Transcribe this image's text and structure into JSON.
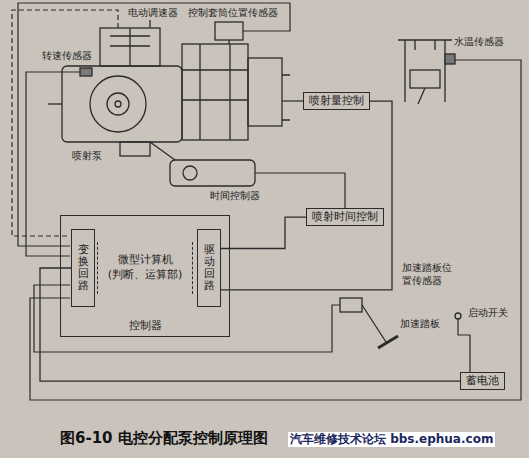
{
  "diagram": {
    "caption": "图6-10 电控分配泵控制原理图",
    "nodes": [
      {
        "text": [
          "喷射量控制"
        ]
      },
      {
        "text": [
          "喷射时间控制"
        ]
      },
      {
        "text": [
          "控制器"
        ]
      },
      {
        "text": [
          "变换回路"
        ],
        "in": 2
      },
      {
        "text": [
          "微型计算机 (判断、运算部)"
        ],
        "in": 2
      },
      {
        "text": [
          "驱动回路"
        ],
        "in": 2
      },
      {
        "text": [
          "蓄电池"
        ]
      }
    ],
    "edges": [
      {
        "from": 5,
        "to": 0,
        "arrow": "none"
      },
      {
        "from": 5,
        "to": 1,
        "arrow": "none"
      },
      {
        "from": 6,
        "to": 3,
        "arrow": "none"
      }
    ],
    "labels": [
      "电动调速器",
      "控制套筒位置传感器",
      "转速传感器",
      "喷射泵",
      "时间控制器",
      "水温传感器",
      "加速踏板位置传感器",
      "加速踏板",
      "启动开关",
      "汽车维修技术论坛 bbs.ephua.com"
    ]
  }
}
